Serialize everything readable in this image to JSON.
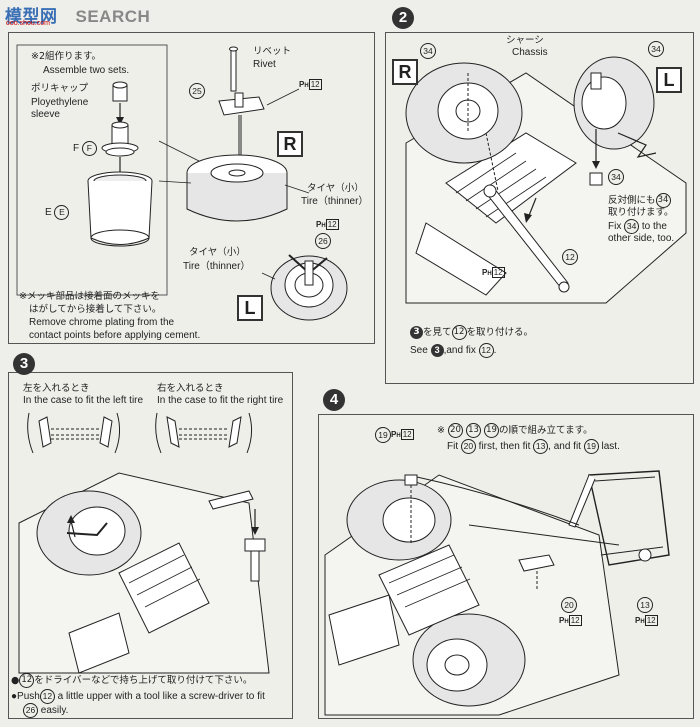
{
  "watermark": {
    "brand": "模型网",
    "text": "SEARCH",
    "url": "ooo.shou.com"
  },
  "panel1": {
    "note_jp": "※2組作ります。",
    "note_en": "Assemble two sets.",
    "cap_jp": "ポリキャップ",
    "cap_en1": "Ployethylene",
    "cap_en2": "sleeve",
    "label_f": "F",
    "label_e": "E",
    "rivet_jp": "リベット",
    "rivet_en": "Rivet",
    "part_25": "25",
    "part_26": "26",
    "pm": "P",
    "pm_sub": "H",
    "pm_num": "12",
    "side_r": "R",
    "side_l": "L",
    "tire_r_jp": "タイヤ（小）",
    "tire_r_en": "Tire（thinner）",
    "tire_l_jp": "タイヤ（小）",
    "tire_l_en": "Tire（thinner）",
    "chrome_jp1": "※メッキ部品は接着面のメッキを",
    "chrome_jp2": "はがしてから接着して下さい。",
    "chrome_en1": "Remove chrome plating from the",
    "chrome_en2": "contact points before applying cement."
  },
  "panel2": {
    "step": "2",
    "side_r": "R",
    "side_l": "L",
    "chassis_jp": "シャーシ",
    "chassis_en": "Chassis",
    "part_34": "34",
    "part_12": "12",
    "pm": "P",
    "pm_sub": "H",
    "pm_num": "12",
    "other_jp1": "反対側にも",
    "other_jp2": "取り付けます。",
    "other_en1": "Fix",
    "other_en2": "to the",
    "other_en3": "other side, too.",
    "see_jp1": "を見て",
    "see_jp2": "を取り付ける。",
    "see_en1": "See",
    "see_en2": ",and fix",
    "see_step": "3",
    "see_part": "12"
  },
  "panel3": {
    "step": "3",
    "left_jp": "左を入れるとき",
    "left_en": "In the case to fit the left tire",
    "right_jp": "右を入れるとき",
    "right_en": "In the case to fit the right tire",
    "push_jp": "をドライバーなどで持ち上げて取り付けて下さい。",
    "push_en1": "Push",
    "push_en2": "a little upper with a tool like a screw-driver to fit",
    "push_en3": "easily.",
    "part_12": "12",
    "part_26": "26"
  },
  "panel4": {
    "step": "4",
    "order_jp": "の順で組み立てます。",
    "order_en_fit": "Fit",
    "order_en_first": "first, then fit",
    "order_en_and": ", and fit",
    "order_en_last": "last.",
    "part_13": "13",
    "part_19": "19",
    "part_20": "20",
    "pm": "P",
    "pm_sub": "H",
    "pm_num": "12"
  }
}
